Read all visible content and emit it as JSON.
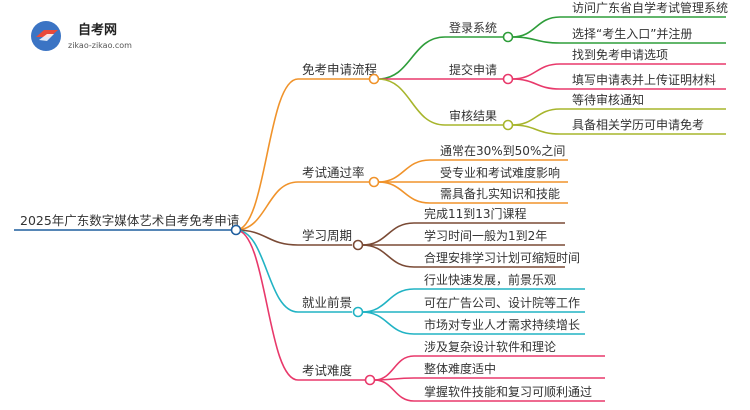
{
  "logo": {
    "title": "自考网",
    "subtitle": "zikao-zikao.com"
  },
  "colors": {
    "root": "#1f5e9e",
    "branches": [
      "#f0932b",
      "#f0932b",
      "#7a4a35",
      "#21b3c4",
      "#e8396b"
    ],
    "subbranches": [
      "#2e9d3a",
      "#e8396b",
      "#a7b52c"
    ]
  },
  "mindmap": {
    "root": "2025年广东数字媒体艺术自考免考申请",
    "branches": [
      {
        "label": "免考申请流程",
        "children": [
          {
            "label": "登录系统",
            "children": [
              "访问广东省自学考试管理系统",
              "选择“考生入口”并注册"
            ]
          },
          {
            "label": "提交申请",
            "children": [
              "找到免考申请选项",
              "填写申请表并上传证明材料"
            ]
          },
          {
            "label": "审核结果",
            "children": [
              "等待审核通知",
              "具备相关学历可申请免考"
            ]
          }
        ]
      },
      {
        "label": "考试通过率",
        "children": [
          "通常在30%到50%之间",
          "受专业和考试难度影响",
          "需具备扎实知识和技能"
        ]
      },
      {
        "label": "学习周期",
        "children": [
          "完成11到13门课程",
          "学习时间一般为1到2年",
          "合理安排学习计划可缩短时间"
        ]
      },
      {
        "label": "就业前景",
        "children": [
          "行业快速发展，前景乐观",
          "可在广告公司、设计院等工作",
          "市场对专业人才需求持续增长"
        ]
      },
      {
        "label": "考试难度",
        "children": [
          "涉及复杂设计软件和理论",
          "整体难度适中",
          "掌握软件技能和复习可顺利通过"
        ]
      }
    ]
  }
}
